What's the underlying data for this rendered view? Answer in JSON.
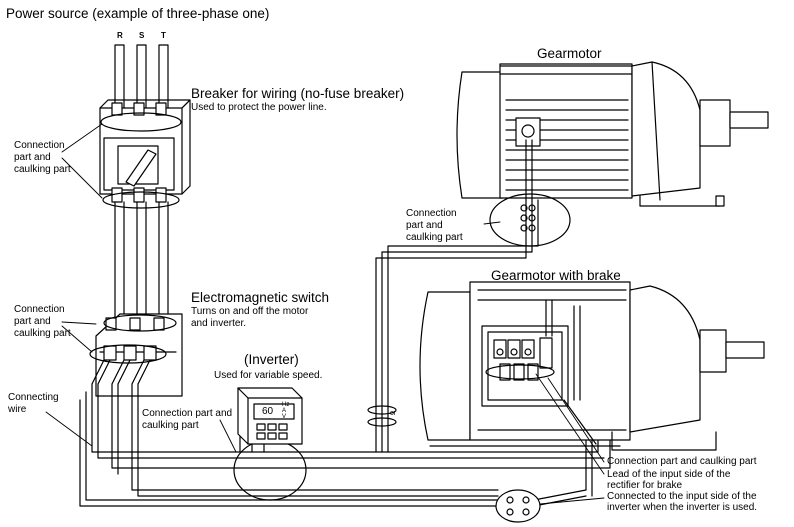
{
  "title": "Power source (example of three-phase one)",
  "phases": [
    "R",
    "S",
    "T"
  ],
  "breaker": {
    "title": "Breaker for wiring (no-fuse breaker)",
    "desc": "Used to protect the power line."
  },
  "switch": {
    "title": "Electromagnetic switch",
    "desc_line1": "Turns on and off the motor",
    "desc_line2": "and inverter."
  },
  "inverter": {
    "title": "(Inverter)",
    "desc": "Used for variable speed.",
    "display": "60",
    "unit_hz": "Hz",
    "unit_a": "A",
    "unit_v": "V"
  },
  "gearmotor": {
    "title": "Gearmotor"
  },
  "gearmotor_brake": {
    "title": "Gearmotor with brake"
  },
  "caulk_breaker": {
    "line1": "Connection",
    "line2": "part  and",
    "line3": "caulking part"
  },
  "caulk_switch": {
    "line1": "Connection",
    "line2": "part  and",
    "line3": "caulking part"
  },
  "caulk_gearmotor": {
    "line1": "Connection",
    "line2": "part  and",
    "line3": "caulking part"
  },
  "caulk_inverter": {
    "line1": "Connection part and",
    "line2": "caulking part"
  },
  "connecting_wire": {
    "line1": "Connecting",
    "line2": "wire"
  },
  "right_notes": {
    "note1": "Connection part and caulking part",
    "note2_line1": "Lead of the input side of the",
    "note2_line2": "rectifier for brake",
    "note3_line1": "Connected to the input side of the",
    "note3_line2": "inverter when the inverter is used."
  },
  "wire_mark": "or"
}
